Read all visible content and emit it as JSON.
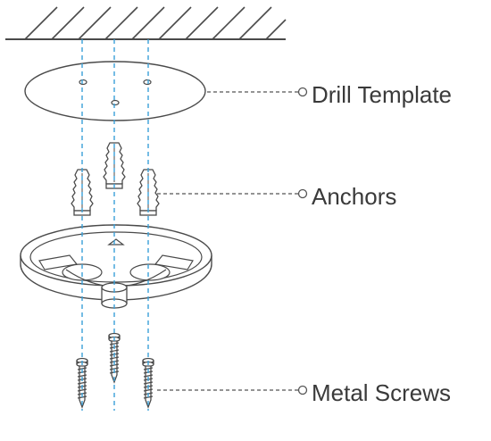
{
  "labels": {
    "drill_template": "Drill Template",
    "anchors": "Anchors",
    "metal_screws": "Metal Screws"
  },
  "colors": {
    "outline": "#4a4a4a",
    "guide_line": "#3aa0d8",
    "callout_line": "#555555",
    "label_text": "#3a3a3a"
  },
  "icons": [
    "ceiling-hatch",
    "drill-template",
    "anchor",
    "mounting-base",
    "metal-screw"
  ]
}
